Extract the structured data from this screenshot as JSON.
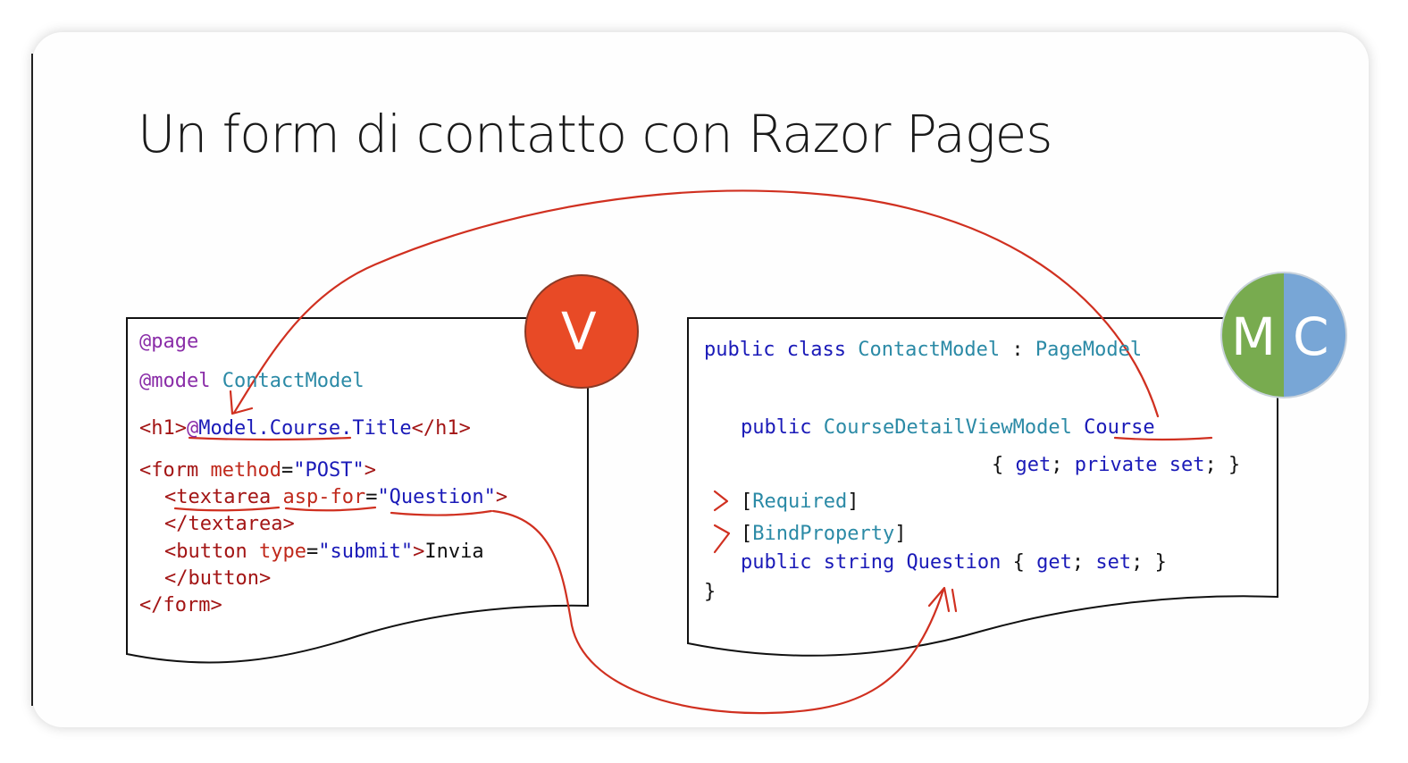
{
  "slide": {
    "title": "Un form di contatto con Razor Pages"
  },
  "view_card": {
    "badge_letter": "V",
    "badge_color": "#e84a26",
    "lines": {
      "l1": "@page",
      "l2_kw": "@model",
      "l2_type": "ContactModel",
      "l3_open": "<h1>",
      "l3_at": "@",
      "l3_expr": "Model.Course.Title",
      "l3_close": "</h1>",
      "l4_open": "<form",
      "l4_attr": "method",
      "l4_eq": "=",
      "l4_val": "\"POST\"",
      "l4_end": ">",
      "l5_open": "<textarea",
      "l5_attr": "asp-for",
      "l5_eq": "=",
      "l5_val": "\"Question\"",
      "l5_end": ">",
      "l6": "</textarea>",
      "l7_open": "<button",
      "l7_attr": "type",
      "l7_eq": "=",
      "l7_val": "\"submit\"",
      "l7_end": ">",
      "l7_text": "Invia",
      "l8": "</button>",
      "l9": "</form>"
    }
  },
  "model_card": {
    "badge_left_letter": "M",
    "badge_right_letter": "C",
    "badge_left_color": "#78ab4f",
    "badge_right_color": "#78a6d6",
    "lines": {
      "l1_kw": "public class",
      "l1_type": "ContactModel",
      "l1_colon": ":",
      "l1_base": "PageModel",
      "l2_kw": "public",
      "l2_type": "CourseDetailViewModel",
      "l2_name": "Course",
      "l3_open": "{",
      "l3_get": "get",
      "l3_semi1": ";",
      "l3_priv": "private set",
      "l3_semi2": ";",
      "l3_close": "}",
      "l4_attr": "Required",
      "l5_attr": "BindProperty",
      "l6_kw": "public string",
      "l6_name": "Question",
      "l6_open": "{",
      "l6_get": "get",
      "l6_semi1": ";",
      "l6_set": "set",
      "l6_semi2": ";",
      "l6_close": "}",
      "l7": "}"
    }
  },
  "annotation_color": "#d03020"
}
